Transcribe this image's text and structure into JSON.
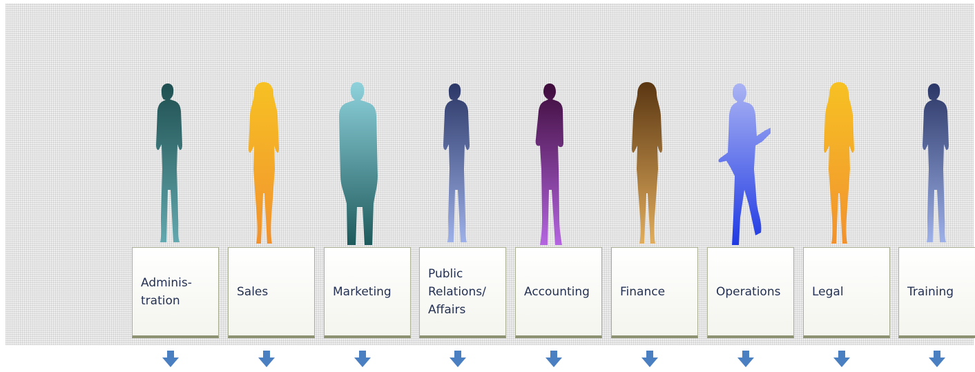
{
  "departments": [
    {
      "label": "Adminis-\ntration",
      "silhouette": "standing-man-silhouette",
      "gradient": [
        "#1f4f50",
        "#62a8ae"
      ]
    },
    {
      "label": "Sales",
      "silhouette": "standing-woman-silhouette",
      "gradient": [
        "#f7c123",
        "#f1922f"
      ]
    },
    {
      "label": "Marketing",
      "silhouette": "man-in-coat-silhouette",
      "gradient": [
        "#8fd2dc",
        "#1e5a5c"
      ]
    },
    {
      "label": "Public\nRelations/\nAffairs",
      "silhouette": "standing-man-silhouette",
      "gradient": [
        "#2b3766",
        "#9db0e8"
      ]
    },
    {
      "label": "Accounting",
      "silhouette": "arms-crossed-man-silhouette",
      "gradient": [
        "#3d0b3a",
        "#b465e0"
      ]
    },
    {
      "label": "Finance",
      "silhouette": "standing-woman-silhouette",
      "gradient": [
        "#5a3612",
        "#e1ad5d"
      ]
    },
    {
      "label": "Operations",
      "silhouette": "gesturing-man-silhouette",
      "gradient": [
        "#aab3f3",
        "#1f39e3"
      ]
    },
    {
      "label": "Legal",
      "silhouette": "standing-woman-silhouette",
      "gradient": [
        "#f7c123",
        "#f1922f"
      ]
    },
    {
      "label": "Training",
      "silhouette": "standing-man-silhouette",
      "gradient": [
        "#2b3766",
        "#9db0e8"
      ]
    }
  ],
  "colors": {
    "box_text": "#243152",
    "box_border": "#a8ae92",
    "arrow": "#4a7fc1"
  },
  "arrow_icon": "arrow-down-icon"
}
